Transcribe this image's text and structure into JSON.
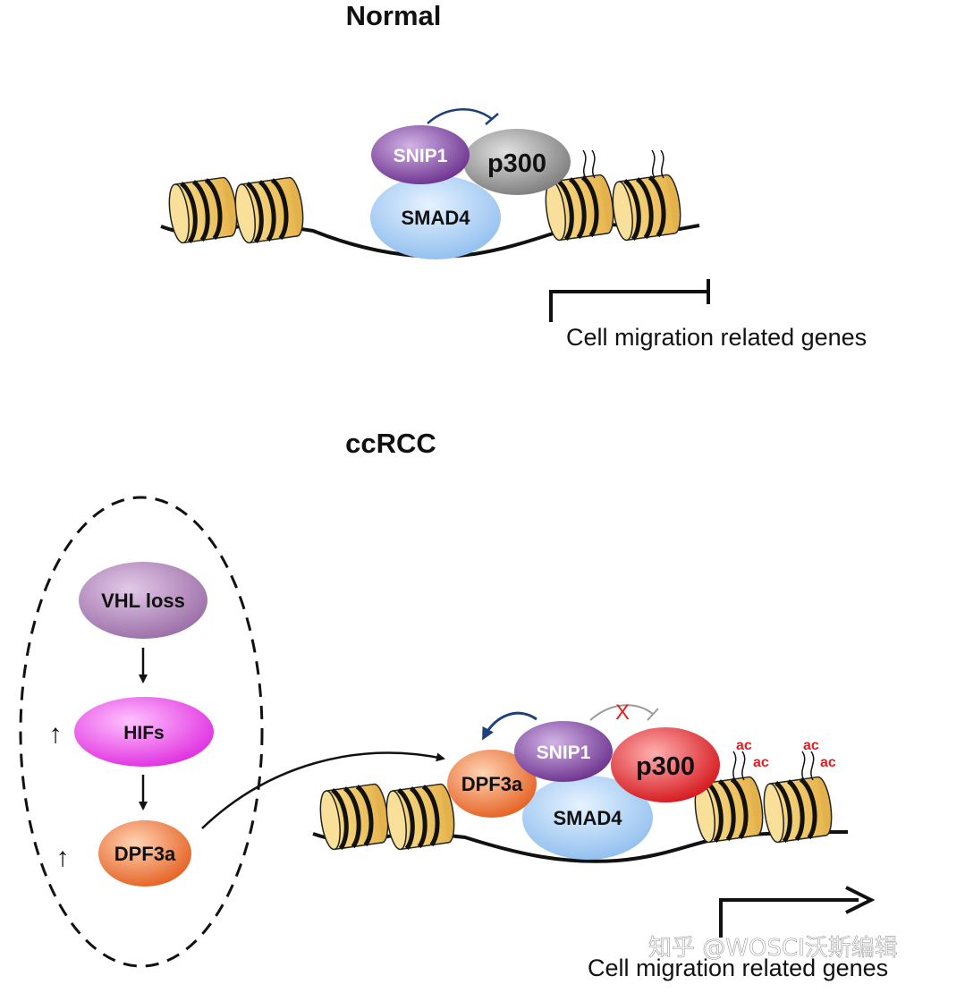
{
  "normal": {
    "title": "Normal",
    "proteins": {
      "snip1": "SNIP1",
      "p300": "p300",
      "smad4": "SMAD4"
    },
    "gene_label": "Cell migration related genes"
  },
  "ccrcc": {
    "title": "ccRCC",
    "pathway": {
      "vhl": "VHL loss",
      "hifs": "HIFs",
      "dpf3a": "DPF3a"
    },
    "up_arrow": "↑",
    "proteins": {
      "dpf3a": "DPF3a",
      "snip1": "SNIP1",
      "p300": "p300",
      "smad4": "SMAD4"
    },
    "blocked_mark": "X",
    "acetyl": [
      "ac",
      "ac",
      "ac",
      "ac"
    ],
    "gene_label": "Cell migration related genes"
  },
  "watermark": "知乎 @WOSCI沃斯编辑",
  "colors": {
    "snip1": "#7d3f9e",
    "p300_normal": "#8a8a8a",
    "p300_ccrcc": "#e0201e",
    "smad4": "#9ec8f2",
    "dpf3a": "#ea6c2c",
    "vhl": "#a57bb0",
    "hifs": "#e63ce6",
    "nucleosome": "#f2c868",
    "accent_arrow": "#1d3f7a"
  }
}
